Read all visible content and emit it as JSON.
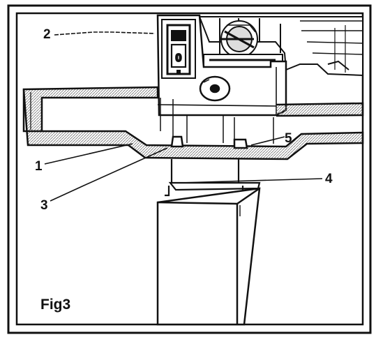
{
  "figure": {
    "caption": "Fig3",
    "callouts": [
      {
        "id": "label-1",
        "text": "1"
      },
      {
        "id": "label-2",
        "text": "2"
      },
      {
        "id": "label-3",
        "text": "3"
      },
      {
        "id": "label-4",
        "text": "4"
      },
      {
        "id": "label-5",
        "text": "5"
      }
    ],
    "switch_marking": "0"
  }
}
